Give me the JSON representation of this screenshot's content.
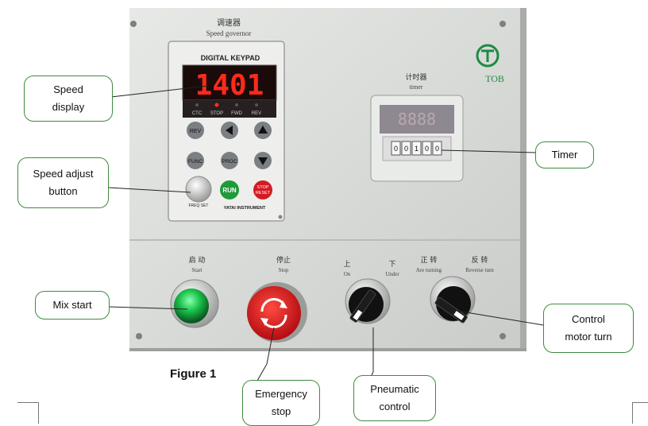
{
  "panel": {
    "governor_cn": "调速器",
    "governor_en": "Speed governor",
    "keypad_title": "DIGITAL KEYPAD",
    "speed_value": "1401",
    "indicators": [
      "CTC",
      "STOP",
      "FWD",
      "REV"
    ],
    "keys": {
      "rev": "REV",
      "func": "FUNC",
      "proc": "PROC",
      "run": "RUN",
      "stop_reset_1": "STOP",
      "stop_reset_2": "RESET",
      "freq_set": "FREQ SET"
    },
    "maker": "YATAI INSTRUMENT",
    "timer_cn": "计时器",
    "timer_en": "timer",
    "timer_digits": [
      "0",
      "0",
      "1",
      "0",
      "0"
    ],
    "logo_text": "TOB",
    "start_cn": "启 动",
    "start_en": "Start",
    "stop_cn": "停止",
    "stop_en": "Stop",
    "on_cn": "上",
    "on_en": "On",
    "under_cn": "下",
    "under_en": "Under",
    "are_turning_cn": "正 转",
    "are_turning_en": "Are turning",
    "reverse_turn_cn": "反 转",
    "reverse_turn_en": "Reverse turn"
  },
  "callouts": {
    "speed_display": [
      "Speed",
      "display"
    ],
    "speed_adjust": [
      "Speed adjust",
      "button"
    ],
    "timer": [
      "Timer"
    ],
    "mix_start": [
      "Mix start"
    ],
    "emergency_stop": [
      "Emergency",
      "stop"
    ],
    "pneumatic_control": [
      "Pneumatic",
      "control"
    ],
    "control_motor_turn": [
      "Control",
      "motor turn"
    ]
  },
  "caption": "Figure 1",
  "colors": {
    "callout_border": "#3f8a3f",
    "panel": "#d9dcd9",
    "led_red": "#ff2a1a",
    "emergency_red": "#d8141a",
    "run_green": "#1f9a3a",
    "lamp_green": "#19c24a"
  }
}
